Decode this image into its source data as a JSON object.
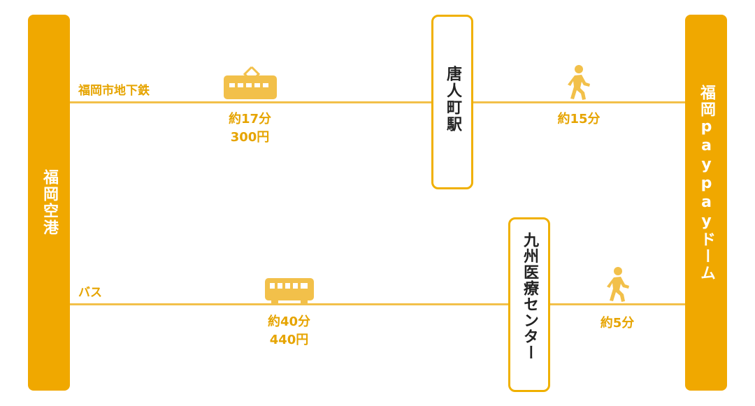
{
  "terminals": {
    "origin": "福岡空港",
    "destination": "福岡paypayドーム"
  },
  "stations": {
    "upper": "唐人町駅",
    "lower": "九州医療センター"
  },
  "routes": {
    "subway": {
      "name": "福岡市地下鉄",
      "time": "約17分",
      "fare": "300円",
      "icon": "train-icon",
      "walk_time": "約15分",
      "walk_icon": "walking-person-icon"
    },
    "bus": {
      "name": "バス",
      "time": "約40分",
      "fare": "440円",
      "icon": "bus-icon",
      "walk_time": "約5分",
      "walk_icon": "walking-person-icon"
    }
  },
  "colors": {
    "terminal": "#f0a800",
    "line": "#f2c04a",
    "text_accent": "#e6a400",
    "icon": "#f2c04a"
  }
}
